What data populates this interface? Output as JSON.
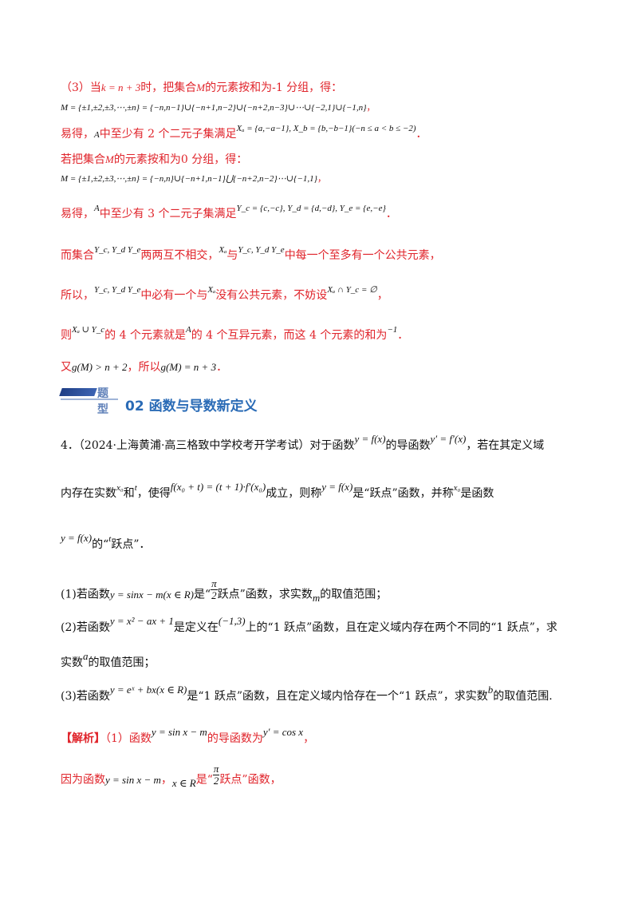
{
  "solution3": {
    "l1_pre": "（3）当",
    "l1_math1": "k = n + 3",
    "l1_mid": "时，把集合",
    "l1_math2": "M",
    "l1_post": "的元素按和为-1 分组，得：",
    "l2_math": "M = {±1,±2,±3,⋯,±n} = {−n,n−1}∪{−n+1,n−2}∪{−n+2,n−3}∪⋯∪{−2,1}∪{−1,n}",
    "l2_post": "，",
    "l3_pre": "易得，",
    "l3_math1": "A",
    "l3_mid": "中至少有 2 个二元子集满足",
    "l3_math2": "Xₐ = {a,−a−1}, X_b = {b,−b−1}(−n ≤ a < b ≤ −2)",
    "l3_post": "．",
    "l4_pre": "若把集合",
    "l4_math": "M",
    "l4_post": "的元素按和为0 分组，得：",
    "l5_math": "M = {±1,±2,±3,⋯,±n} = {−n,n}∪{−n+1,n−1}⋃{−n+2,n−2}⋯∪{−1,1}",
    "l5_post": "，",
    "l6_pre": "易得，",
    "l6_math1": "A",
    "l6_mid": "中至少有 3 个二元子集满足",
    "l6_math2": "Y_c = {c,−c}, Y_d = {d,−d}, Y_e = {e,−e}",
    "l6_post": "．",
    "l7_pre": "而集合",
    "l7_math1": "Y_c, Y_d Y_e",
    "l7_mid1": "两两互不相交，",
    "l7_math2": "Xₐ",
    "l7_mid2": "与",
    "l7_math3": "Y_c, Y_d Y_e",
    "l7_post": "中每一个至多有一个公共元素，",
    "l8_pre": "所以，",
    "l8_math1": "Y_c, Y_d Y_e",
    "l8_mid1": "中必有一个与",
    "l8_math2": "Xₐ",
    "l8_mid2": "没有公共元素，不妨设",
    "l8_math3": "Xₐ ∩ Y_c = ∅",
    "l8_post": "，",
    "l9_pre": "则",
    "l9_math1": "Xₐ ∪ Y_c",
    "l9_mid1": "的 4 个元素就是",
    "l9_math2": "A",
    "l9_mid2": "的 4 个互异元素，而这 4 个元素的和为",
    "l9_math3": "−1",
    "l9_post": "．",
    "l10_pre": "又",
    "l10_math1": "g(M) > n + 2",
    "l10_mid": "，所以",
    "l10_math2": "g(M) = n + 3",
    "l10_post": "．"
  },
  "section": {
    "banner_label": "题型",
    "title": "02  函数与导数新定义"
  },
  "problem4": {
    "l1_pre": "4．（2024·上海黄浦·高三格致中学校考开学考试）对于函数",
    "l1_math1": "y = f(x)",
    "l1_mid": "的导函数",
    "l1_math2": "y′ = f′(x)",
    "l1_post": "，若在其定义域",
    "l2_pre": "内存在实数",
    "l2_math1": "x₀",
    "l2_mid1": "和",
    "l2_math2": "t",
    "l2_mid2": "，使得",
    "l2_math3": "f(x₀ + t) = (t + 1)·f′(x₀)",
    "l2_mid3": "成立，则称",
    "l2_math4": "y = f(x)",
    "l2_mid4": "是“跃点”函数，并称",
    "l2_math5": "x₀",
    "l2_post": "是函数",
    "l3_math1": "y = f(x)",
    "l3_mid": "的“",
    "l3_math2": "t",
    "l3_post": "跃点”．",
    "p1_pre": "(1)若函数",
    "p1_math": "y = sinx − m(x ∈ R)",
    "p1_mid1": "是“",
    "p1_frac_num": "π",
    "p1_frac_den": "2",
    "p1_mid2": "跃点”函数，求实数",
    "p1_math2": "m",
    "p1_post": "的取值范围；",
    "p2_pre": "(2)若函数",
    "p2_math1": "y = x² − ax + 1",
    "p2_mid1": "是定义在",
    "p2_math2": "(−1,3)",
    "p2_post": "上的“1 跃点”函数，且在定义域内存在两个不同的“1 跃点”，求",
    "p2b_pre": "实数",
    "p2b_math": "a",
    "p2b_post": "的取值范围；",
    "p3_pre": "(3)若函数",
    "p3_math1": "y = eˣ + bx(x ∈ R)",
    "p3_mid": "是“1 跃点”函数，且在定义域内恰存在一个“1 跃点”，求实数",
    "p3_math2": "b",
    "p3_post": "的取值范围."
  },
  "analysis": {
    "label": "【解析】",
    "a1_pre": "（1）函数",
    "a1_math1": "y = sin x − m",
    "a1_mid": "的导函数为",
    "a1_math2": "y′ = cos x",
    "a1_post": "，",
    "a2_pre": "因为函数",
    "a2_math1": "y = sin x − m",
    "a2_mid1": "，",
    "a2_math2": "x ∈ R",
    "a2_mid2": "是“",
    "a2_frac_num": "π",
    "a2_frac_den": "2",
    "a2_post": "跃点”函数，"
  }
}
